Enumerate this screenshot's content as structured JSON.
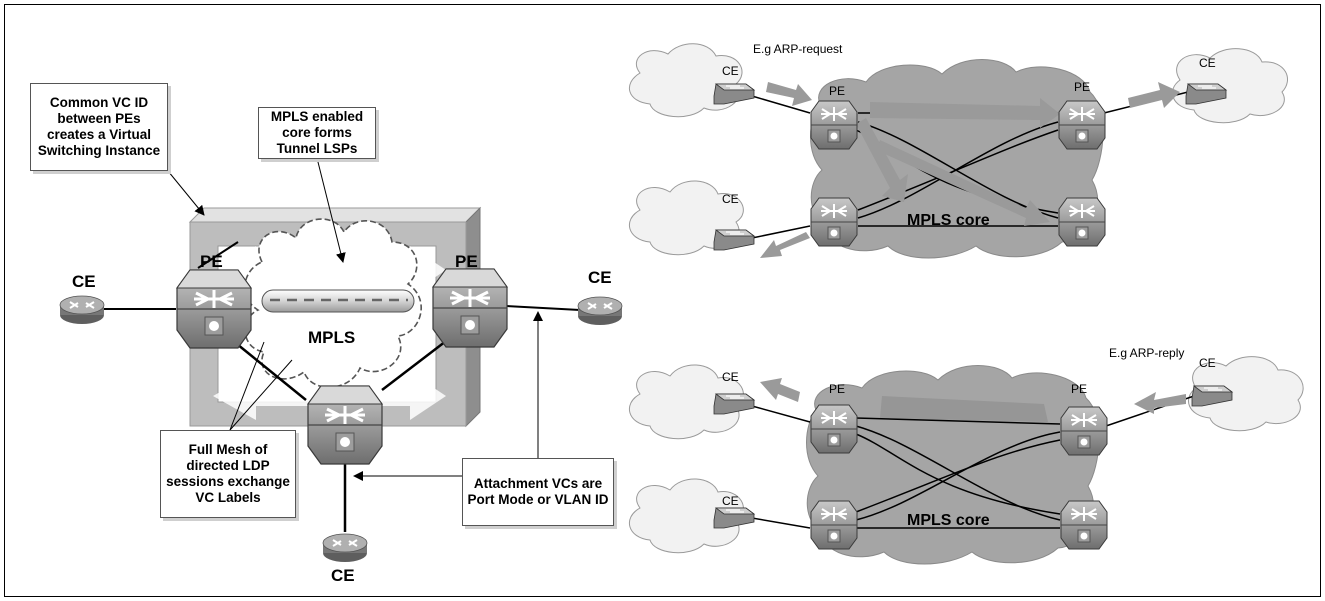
{
  "left_diagram": {
    "callouts": {
      "common_vc": "Common VC ID between PEs creates a Virtual Switching Instance",
      "mpls_enabled": "MPLS enabled core forms Tunnel LSPs",
      "full_mesh": "Full Mesh of directed LDP sessions exchange VC Labels",
      "attachment": "Attachment VCs are Port Mode or VLAN ID"
    },
    "labels": {
      "ce_left": "CE",
      "pe_left": "PE",
      "pe_right": "PE",
      "ce_right": "CE",
      "ce_bottom": "CE",
      "mpls": "MPLS"
    }
  },
  "top_right": {
    "annotation": "E.g ARP-request",
    "ce_top_left": "CE",
    "pe_left": "PE",
    "pe_right": "PE",
    "ce_top_right": "CE",
    "ce_bottom_left": "CE",
    "core": "MPLS core"
  },
  "bottom_right": {
    "annotation": "E.g ARP-reply",
    "ce_top_left": "CE",
    "pe_left": "PE",
    "pe_right": "PE",
    "ce_top_right": "CE",
    "ce_bottom_left": "CE",
    "core": "MPLS core"
  }
}
